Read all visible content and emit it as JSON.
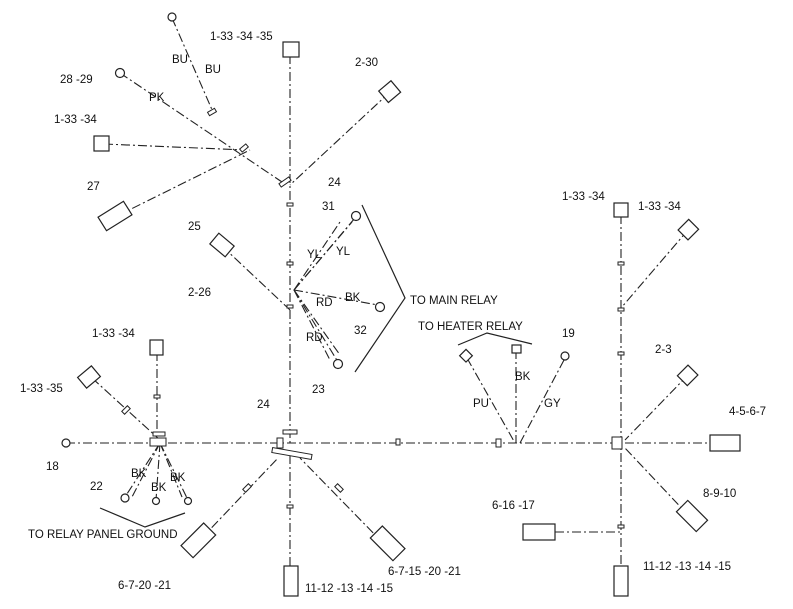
{
  "labels": {
    "top_conn": "1-33 -34 -35",
    "conn_2_30": "2-30",
    "conn_28_29": "28 -29",
    "conn_1_33_34_left": "1-33 -34",
    "conn_27": "27",
    "junction_24_top": "24",
    "conn_25": "25",
    "conn_2_26": "2-26",
    "conn_31": "31",
    "conn_32": "32",
    "conn_23": "23",
    "to_main_relay": "TO MAIN RELAY",
    "to_heater_relay": "TO HEATER RELAY",
    "conn_19": "19",
    "conn_1_33_34_mid": "1-33 -34",
    "conn_1_33_35": "1-33 -35",
    "junction_24_mid": "24",
    "conn_18": "18",
    "conn_22": "22",
    "to_relay_panel_ground": "TO RELAY PANEL GROUND",
    "conn_6_7_20_21": "6-7-20 -21",
    "conn_11_15_mid": "11-12 -13 -14 -15",
    "conn_6_7_15_20_21": "6-7-15 -20 -21",
    "conn_1_33_34_right_a": "1-33 -34",
    "conn_1_33_34_right_b": "1-33 -34",
    "conn_2_3": "2-3",
    "conn_4_5_6_7": "4-5-6-7",
    "conn_8_9_10": "8-9-10",
    "conn_6_16_17": "6-16 -17",
    "conn_11_15_right": "11-12 -13 -14 -15"
  },
  "wire_colors": {
    "bu_a": "BU",
    "bu_b": "BU",
    "pk": "PK",
    "yl_a": "YL",
    "yl_b": "YL",
    "bk_main": "BK",
    "rd_a": "RD",
    "rd_b": "RD",
    "bk_heater": "BK",
    "pu": "PU",
    "gy": "GY",
    "bk_g1": "BK",
    "bk_g2": "BK",
    "bk_g3": "BK"
  }
}
